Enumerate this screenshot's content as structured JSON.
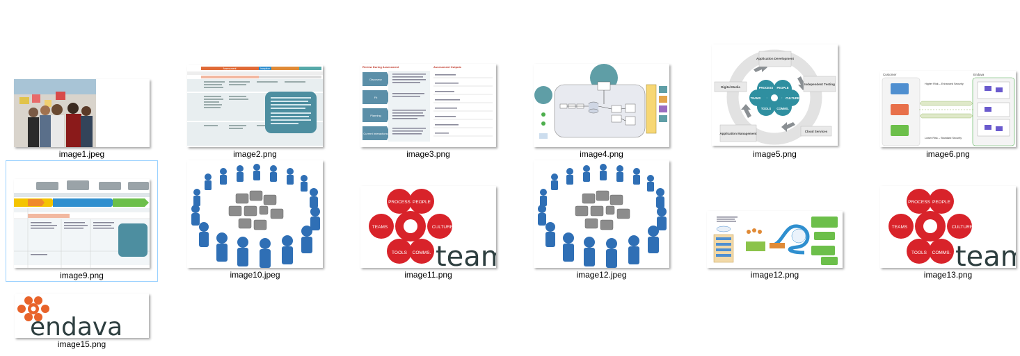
{
  "files": [
    {
      "name": "image1.jpeg"
    },
    {
      "name": "image2.png"
    },
    {
      "name": "image3.png"
    },
    {
      "name": "image4.png"
    },
    {
      "name": "image5.png"
    },
    {
      "name": "image6.png"
    },
    {
      "name": "image9.png"
    },
    {
      "name": "image10.jpeg"
    },
    {
      "name": "image11.png"
    },
    {
      "name": "image12.jpeg"
    },
    {
      "name": "image12.png"
    },
    {
      "name": "image13.png"
    },
    {
      "name": "image15.png"
    }
  ],
  "thumbs": {
    "image2": {
      "header_1": "Assessment",
      "header_2": "Inception"
    },
    "image3": {
      "title_left": "Review During Assessment",
      "title_right": "Assessment Outputs",
      "steps": [
        "Discovery",
        "Fit",
        "Planning",
        "Current Interactions"
      ]
    },
    "image5": {
      "ring": [
        "Application Development",
        "Independent Testing",
        "Cloud Services",
        "Application Management",
        "Digital Media"
      ],
      "center": [
        "PROCESS",
        "PEOPLE",
        "TEAMS",
        "CULTURE",
        "TOOLS",
        "COMMS."
      ]
    },
    "image6": {
      "left": "Customer",
      "right": "Endava",
      "rows": [
        "Higher Risk – Enhanced Security",
        "Lower Risk – Standard Security"
      ]
    },
    "team_logo": {
      "petals": [
        "PROCESS",
        "PEOPLE",
        "TEAMS",
        "CULTURE",
        "TOOLS",
        "COMMS."
      ],
      "word": "team"
    },
    "image15": {
      "word": "endava"
    }
  },
  "colors": {
    "selection_border": "#99d1ff",
    "teal": "#2f8fa0",
    "red": "#d8232a",
    "orange": "#e8632a",
    "blue_figure": "#2f6fb5",
    "dark_text": "#2d3e3f"
  }
}
